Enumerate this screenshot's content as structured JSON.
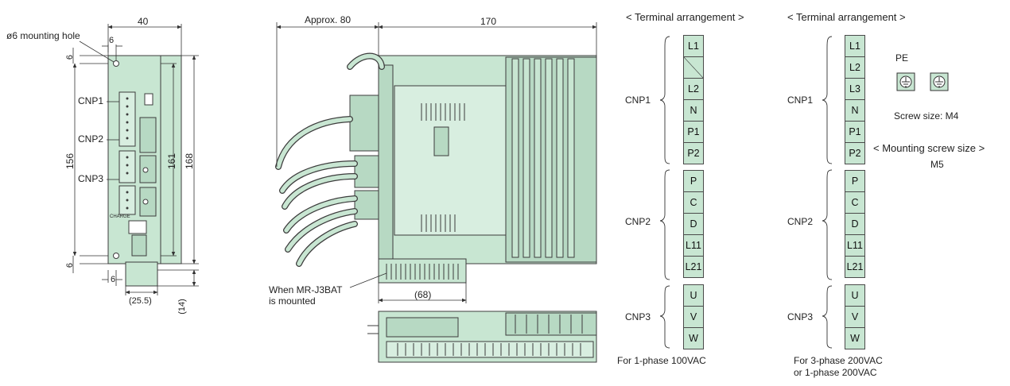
{
  "front_view": {
    "width_dim": "40",
    "hole_label": "ø6 mounting hole",
    "hole_dim": "6",
    "top_margin": "6",
    "bottom_margin": "6",
    "bottom_hole_dim": "6",
    "height_156": "156",
    "height_161": "161",
    "height_168": "168",
    "connector_labels": [
      "CNP1",
      "CNP2",
      "CNP3"
    ],
    "bottom_dim": "(25.5)",
    "right_bottom_dim": "(14)",
    "charge_label": "CHARGE"
  },
  "side_view": {
    "approx_dim": "Approx. 80",
    "depth_dim": "170",
    "battery_note": [
      "When MR-J3BAT",
      "is mounted"
    ],
    "bottom_dim": "(68)"
  },
  "terminal_left": {
    "title": "< Terminal arrangement >",
    "cnp1_label": "CNP1",
    "cnp1_cells": [
      "L1",
      "",
      "L2",
      "N",
      "P1",
      "P2"
    ],
    "cnp2_label": "CNP2",
    "cnp2_cells": [
      "P",
      "C",
      "D",
      "L11",
      "L21"
    ],
    "cnp3_label": "CNP3",
    "cnp3_cells": [
      "U",
      "V",
      "W"
    ],
    "note": "For 1-phase 100VAC"
  },
  "terminal_right": {
    "title": "< Terminal arrangement >",
    "cnp1_label": "CNP1",
    "cnp1_cells": [
      "L1",
      "L2",
      "L3",
      "N",
      "P1",
      "P2"
    ],
    "cnp2_label": "CNP2",
    "cnp2_cells": [
      "P",
      "C",
      "D",
      "L11",
      "L21"
    ],
    "cnp3_label": "CNP3",
    "cnp3_cells": [
      "U",
      "V",
      "W"
    ],
    "pe_label": "PE",
    "screw_size": "Screw size: M4",
    "mounting_title": "< Mounting screw size >",
    "mounting_value": "M5",
    "note_line1": "For 3-phase 200VAC",
    "note_line2": "or 1-phase 200VAC"
  },
  "colors": {
    "body": "#c8e6d2",
    "line": "#3c3c3c",
    "dim": "#333333"
  }
}
